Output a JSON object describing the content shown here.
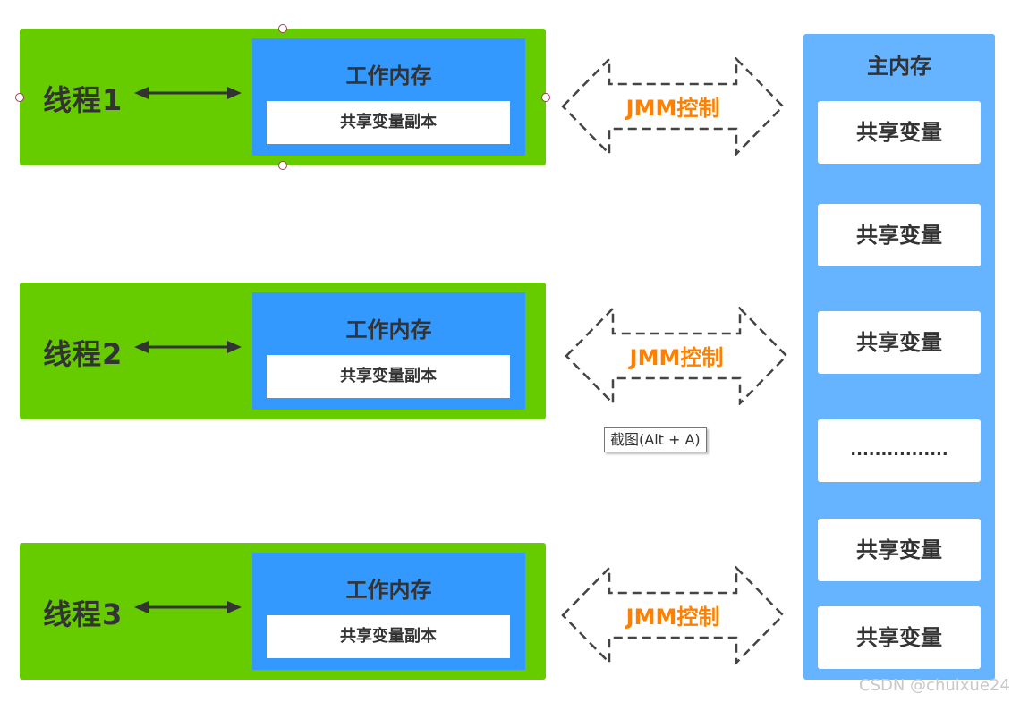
{
  "threads": [
    {
      "label": "线程1",
      "work_memory_title": "工作内存",
      "copy_label": "共享变量副本",
      "selected": true
    },
    {
      "label": "线程2",
      "work_memory_title": "工作内存",
      "copy_label": "共享变量副本",
      "selected": false
    },
    {
      "label": "线程3",
      "work_memory_title": "工作内存",
      "copy_label": "共享变量副本",
      "selected": false
    }
  ],
  "jmm_arrows": [
    {
      "label": "JMM控制"
    },
    {
      "label": "JMM控制"
    },
    {
      "label": "JMM控制"
    }
  ],
  "main_memory": {
    "title": "主内存",
    "variables": [
      "共享变量",
      "共享变量",
      "共享变量",
      "................",
      "共享变量",
      "共享变量"
    ]
  },
  "tooltip": "截图(Alt + A)",
  "watermark": "CSDN @chuixue24",
  "colors": {
    "thread_bg": "#66cc00",
    "work_memory_bg": "#3399ff",
    "main_memory_bg": "#66b3ff",
    "jmm_label": "#ff8000",
    "text": "#333333"
  }
}
